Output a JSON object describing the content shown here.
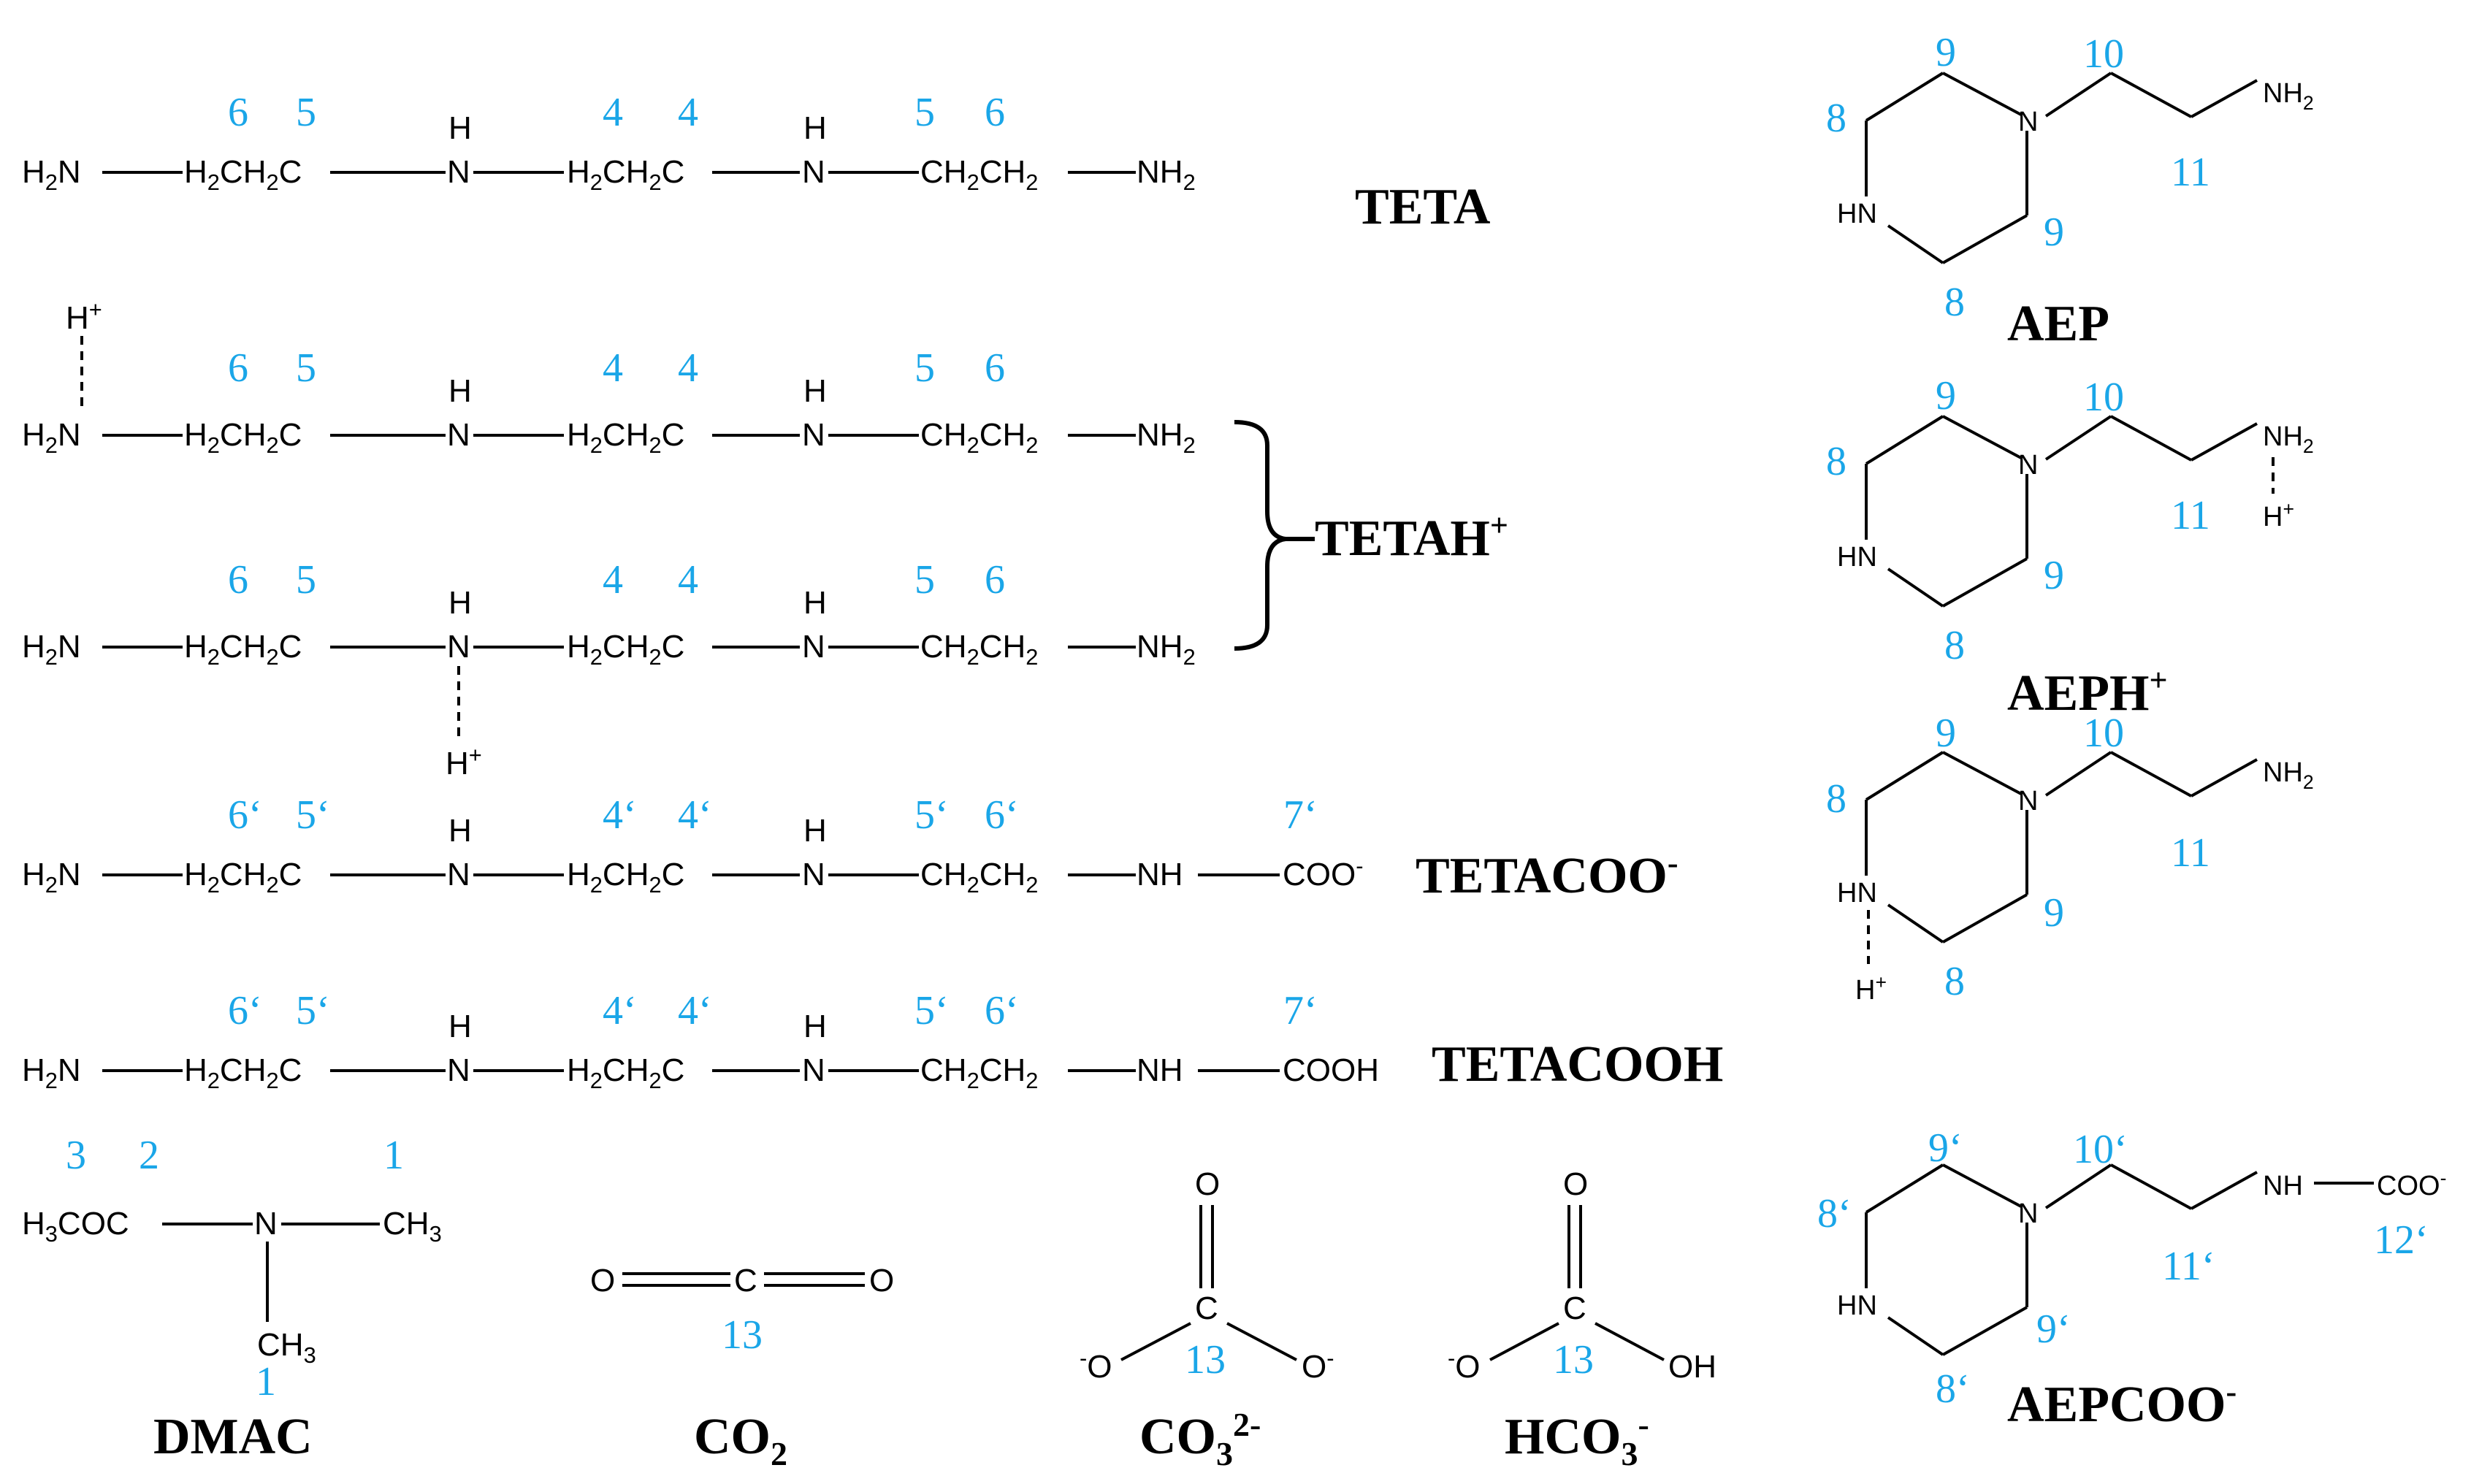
{
  "colors": {
    "locant": "#1aa6e8",
    "structure": "#000000",
    "background": "#ffffff"
  },
  "atoms": {
    "h2n": [
      "H",
      "2",
      "N"
    ],
    "h2ch2c": [
      "H",
      "2",
      "CH",
      "2",
      "C"
    ],
    "h": "H",
    "n": "N",
    "nh": "NH",
    "ch2ch2": [
      "CH",
      "2",
      "CH",
      "2"
    ],
    "nh2": [
      "NH",
      "2"
    ],
    "hplus": [
      "H",
      "+"
    ],
    "coo_minus": [
      "COO",
      "-"
    ],
    "cooh": "COOH",
    "h3coc": [
      "H",
      "3",
      "COC"
    ],
    "ch3": [
      "CH",
      "3"
    ],
    "o": "O",
    "c": "C",
    "o_minus": [
      "-",
      "O"
    ],
    "o_minus_right": [
      "O",
      "-"
    ],
    "oh": "OH",
    "hn": "HN"
  },
  "labels": {
    "teta": "TETA",
    "tetah": [
      "TETAH",
      "+"
    ],
    "tetacoo": [
      "TETACOO",
      "-"
    ],
    "tetacooh": "TETACOOH",
    "dmac": "DMAC",
    "co2": [
      "CO",
      "2"
    ],
    "co3": [
      "CO",
      "3",
      "2-"
    ],
    "hco3": [
      "HCO",
      "3",
      "-"
    ],
    "aep": "AEP",
    "aeph": [
      "AEPH",
      "+"
    ],
    "aepcoo": [
      "AEPCOO",
      "-"
    ]
  },
  "locants": {
    "teta": [
      "6",
      "5",
      "4",
      "4",
      "5",
      "6"
    ],
    "tetah": [
      "6",
      "5",
      "4",
      "4",
      "5",
      "6"
    ],
    "tetacoo": [
      "6‘",
      "5‘",
      "4‘",
      "4‘",
      "5‘",
      "6‘",
      "7‘"
    ],
    "dmac": [
      "3",
      "2",
      "1",
      "1"
    ],
    "carbon_13": "13",
    "aep": [
      "9",
      "10",
      "8",
      "11",
      "9",
      "8"
    ],
    "aepcoo": [
      "9‘",
      "10‘",
      "8‘",
      "12‘",
      "11‘",
      "9‘",
      "8‘"
    ]
  }
}
